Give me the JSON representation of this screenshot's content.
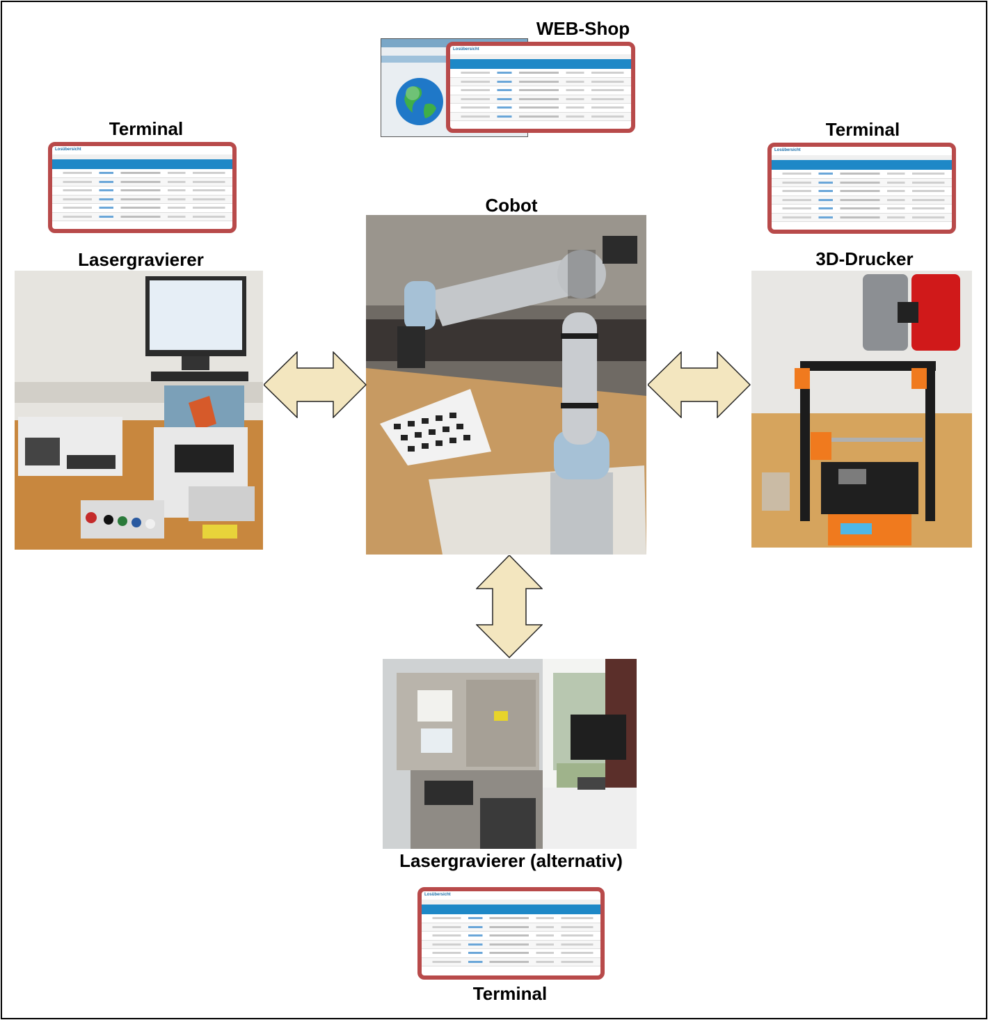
{
  "labels": {
    "webshop": "WEB-Shop",
    "terminal_left": "Terminal",
    "terminal_right": "Terminal",
    "terminal_bottom": "Terminal",
    "cobot": "Cobot",
    "lasergravierer": "Lasergravierer",
    "drucker": "3D-Drucker",
    "lasergravierer_alt": "Lasergravierer (alternativ)"
  },
  "terminal_screen": {
    "title": "Losübersicht"
  },
  "colors": {
    "arrow_fill": "#f3e6bf",
    "arrow_stroke": "#222222",
    "terminal_border": "#b84a4a",
    "table_header": "#1e88c7"
  },
  "icons": {
    "globe": "globe-icon"
  }
}
